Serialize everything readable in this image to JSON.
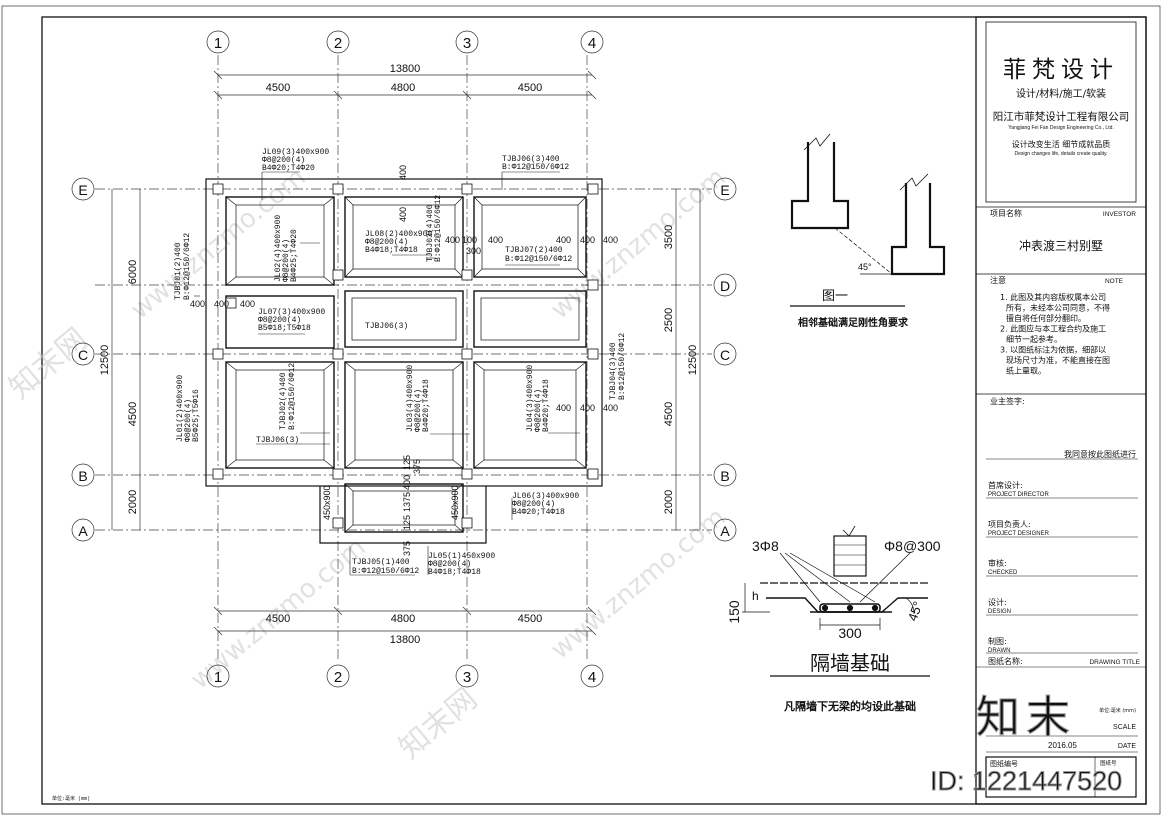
{
  "axes": {
    "columns": [
      "1",
      "2",
      "3",
      "4"
    ],
    "rows": [
      "E",
      "D",
      "C",
      "B",
      "A"
    ]
  },
  "dimensions": {
    "top_total": "13800",
    "top_spans": [
      "4500",
      "4800",
      "4500"
    ],
    "bottom_total": "13800",
    "bottom_spans": [
      "4500",
      "4800",
      "4500"
    ],
    "left_total": "12500",
    "left_spans": [
      "6000",
      "4500",
      "2000"
    ],
    "right_total": "12500",
    "right_spans": [
      "3500",
      "2500",
      "4500",
      "2000"
    ],
    "small_400": "400",
    "v_375": "375",
    "v_400": "400",
    "v_125": "125",
    "v_1375": "1375",
    "v_100": "100",
    "v_300": "300",
    "v_450x900_a": "450x900",
    "v_450x900_b": "450x900"
  },
  "beams": {
    "jl09": [
      "JL09(3)400x900",
      "Φ8@200(4)",
      "B4Φ20;T4Φ20"
    ],
    "tjbj06_top": [
      "TJBJ06(3)400",
      "B:Φ12@150/6Φ12"
    ],
    "tjbj01": [
      "TJBJ01(2)400",
      "B:Φ12@150/6Φ12"
    ],
    "jl02": [
      "JL02(4)400x900",
      "Φ8@200(4)",
      "B4Φ25;T4Φ20"
    ],
    "jl08": [
      "JL08(2)400x900",
      "Φ8@200(4)",
      "B4Φ18;T4Φ18"
    ],
    "tjbj03": [
      "TJBJ03(4)400",
      "B:Φ12@150/6Φ12"
    ],
    "tjbj07": [
      "TJBJ07(2)400",
      "B:Φ12@150/6Φ12"
    ],
    "jl07": [
      "JL07(3)400x900",
      "Φ8@200(4)",
      "B5Φ18;T5Φ18"
    ],
    "tjbj06_mid": "TJBJ06(3)",
    "jl01": [
      "JL01(2)400x900",
      "Φ8@200(4)",
      "B5Φ25;T5Φ16"
    ],
    "tjbj02": [
      "TJBJ02(4)400",
      "B:Φ12@150/6Φ12"
    ],
    "jl03": [
      "JL03(4)400x900",
      "Φ8@200(4)",
      "B4Φ20;T4Φ18"
    ],
    "jl04": [
      "JL04(3)400x900",
      "Φ8@200(4)",
      "B4Φ20;T4Φ18"
    ],
    "tjbj04": [
      "TJBJ04(3)400",
      "B:Φ12@150/6Φ12"
    ],
    "tjbj06_low": "TJBJ06(3)",
    "jl06": [
      "JL06(3)400x900",
      "Φ8@200(4)",
      "B4Φ20;T4Φ18"
    ],
    "tjbj05": [
      "TJBJ05(1)400",
      "B:Φ12@150/6Φ12"
    ],
    "jl05": [
      "JL05(1)450x900",
      "Φ8@200(4)",
      "B4Φ18;T4Φ18"
    ]
  },
  "detail1": {
    "label": "图一",
    "caption": "相邻基础满足刚性角要求",
    "angle": "45°"
  },
  "detail2": {
    "rebar_left": "3Φ8",
    "rebar_right": "Φ8@300",
    "height": "150",
    "h_label": "h",
    "width": "300",
    "angle": "45°",
    "title": "隔墙基础",
    "note": "凡隔墙下无梁的均设此基础"
  },
  "titleblock": {
    "company_short": "菲梵设计",
    "services": "设计/材料/施工/软装",
    "company_full": "阳江市菲梵设计工程有限公司",
    "company_en": "Yangjiang Fei Fan Design Engineering Co., Ltd.",
    "slogan": "设计改变生活  细节成就品质",
    "slogan_en": "Design changes life, details create quality.",
    "project_label": "项目名称",
    "project_label_en": "INVESTOR",
    "project_name": "冲表渡三村别墅",
    "notes_label": "注意",
    "notes_label_en": "NOTE",
    "notes": [
      "1. 此图及其内容版权属本公司",
      "所有，未经本公司同意，不得",
      "擅自将任何部分翻印。",
      "2. 此图应与本工程合约及施工",
      "细节一起参考。",
      "3. 以图纸标注为依据，细部以",
      "现场尺寸为准，不能直接在图",
      "纸上量取。"
    ],
    "owner_sign": "业主签字:",
    "agree": "我同意按此图纸进行",
    "director": "首席设计:",
    "director_en": "PROJECT DIRECTOR",
    "designer": "项目负责人:",
    "designer_en": "PROJECT DESIGNER",
    "checked": "审核:",
    "checked_en": "CHECKED",
    "design": "设计:",
    "design_en": "DESIGN",
    "drawn": "制图:",
    "drawn_en": "DRAWN",
    "drawing_title": "图纸名称:",
    "drawing_title_en": "DRAWING TITLE",
    "scale_unit": "单位:毫米 (mm)",
    "scale": "SCALE",
    "date_value": "2016.05",
    "date": "DATE",
    "drawing_no": "图纸编号",
    "sheet_no": "图纸号"
  },
  "unit_note": "单位:毫米 (mm)",
  "watermark": {
    "brand": "知末",
    "id": "ID: 1221447520",
    "site": "www.znzmo.com",
    "logo": "知末网"
  }
}
